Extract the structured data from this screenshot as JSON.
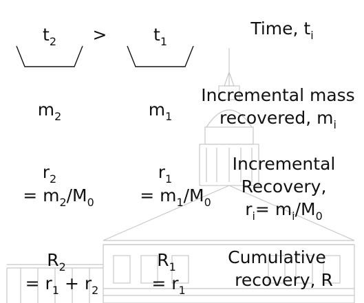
{
  "col2": {
    "time": {
      "base": "t",
      "sub": "2"
    },
    "mass": {
      "base": "m",
      "sub": "2"
    },
    "inc_top": {
      "base": "r",
      "sub": "2"
    },
    "inc_bottom": {
      "a": "= m",
      "a_sub": "2",
      "b": "/M",
      "b_sub": "0"
    },
    "cum_top": {
      "base": "R",
      "sub": "2"
    },
    "cum_bottom": {
      "a": "= r",
      "a_sub": "1",
      "b": " + r",
      "b_sub": "2"
    }
  },
  "gt_symbol": ">",
  "col1": {
    "time": {
      "base": "t",
      "sub": "1"
    },
    "mass": {
      "base": "m",
      "sub": "1"
    },
    "inc_top": {
      "base": "r",
      "sub": "1"
    },
    "inc_bottom": {
      "a": "= m",
      "a_sub": "1",
      "b": "/M",
      "b_sub": "0"
    },
    "cum_top": {
      "base": "R",
      "sub": "1"
    },
    "cum_bottom": {
      "a": "= r",
      "a_sub": "1"
    }
  },
  "labels": {
    "time": {
      "text": "Time, t",
      "sub": "i"
    },
    "mass_line1": "Incremental mass",
    "mass_line2": {
      "text": "recovered, m",
      "sub": "i"
    },
    "inc_line1": "Incremental",
    "inc_line2": "Recovery,",
    "inc_line3": {
      "a": "r",
      "a_sub": "i",
      "b": "= m",
      "b_sub": "i",
      "c": "/M",
      "c_sub": "0"
    },
    "cum_line1": "Cumulative",
    "cum_line2": "recovery, R"
  },
  "colors": {
    "text": "#111111",
    "watermark": "#c8c8c8"
  }
}
